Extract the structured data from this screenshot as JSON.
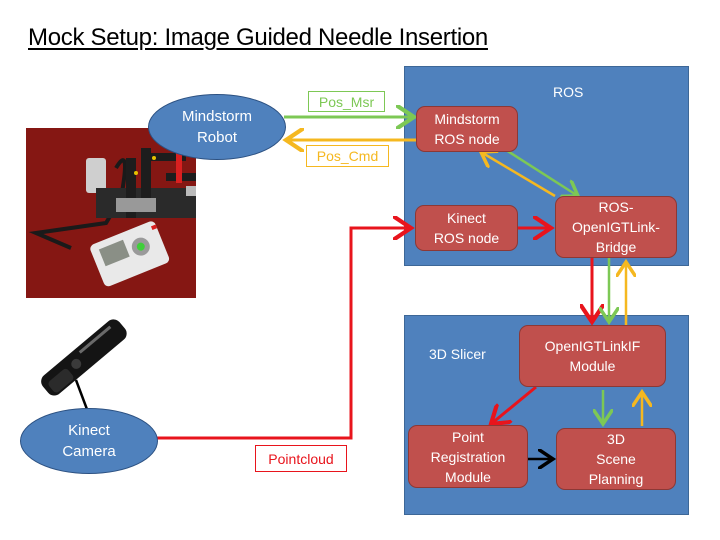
{
  "title": "Mock Setup: Image Guided Needle Insertion",
  "colors": {
    "container": "#4f81bd",
    "node": "#c0504d",
    "green_flow": "#7dc855",
    "yellow_flow": "#f5b820",
    "red_flow": "#e8141c",
    "black_flow": "#000000"
  },
  "containers": {
    "ros": {
      "label": "ROS"
    },
    "slicer": {
      "label": "3D Slicer"
    }
  },
  "external": {
    "mindstorm_robot": {
      "label": "Mindstorm\nRobot",
      "icon": "lego-robot-photo"
    },
    "kinect_camera": {
      "label": "Kinect\nCamera",
      "icon": "kinect-sensor-photo"
    }
  },
  "nodes": {
    "mindstorm_ros_node": "Mindstorm\nROS node",
    "kinect_ros_node": "Kinect\nROS node",
    "ros_openigtlink_bridge": "ROS-\nOpenIGTLink-\nBridge",
    "openigtlinkif_module": "OpenIGTLinkIF\nModule",
    "point_registration_module": "Point\nRegistration\nModule",
    "scene_planning": "3D\nScene\nPlanning"
  },
  "edge_labels": {
    "pos_msr": "Pos_Msr",
    "pos_cmd": "Pos_Cmd",
    "pointcloud": "Pointcloud"
  }
}
